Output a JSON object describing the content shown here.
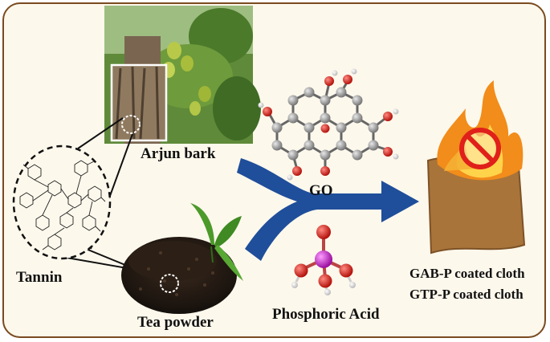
{
  "labels": {
    "arjun_bark": "Arjun bark",
    "tannin": "Tannin",
    "tea_powder": "Tea powder",
    "go": "GO",
    "phosphoric_acid": "Phosphoric Acid",
    "gab_cloth": "GAB-P coated cloth",
    "gtp_cloth": "GTP-P coated cloth"
  },
  "colors": {
    "border": "#7a4a1f",
    "background": "#fdf8ec",
    "arrow": "#1f4e9a",
    "cloth": "#a8743a",
    "flame_outer": "#f28c1a",
    "flame_inner": "#ffd34a",
    "prohibit": "#e0201a",
    "oxygen": "#d8231c",
    "phosphorus": "#d21fd8",
    "carbon": "#9a9a9a"
  },
  "icons": [
    "arjun-tree-photo",
    "tannin-molecule",
    "tea-powder-photo",
    "graphene-oxide-molecule",
    "phosphoric-acid-molecule",
    "burning-cloth",
    "prohibition-icon"
  ]
}
